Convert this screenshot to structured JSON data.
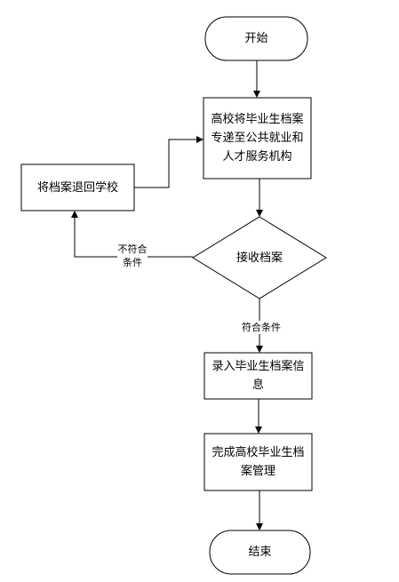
{
  "nodes": {
    "start": "开始",
    "deliver": "高校将毕业生档案专递至公共就业和人才服务机构",
    "return_school": "将档案退回学校",
    "receive": "接收档案",
    "record": "录入毕业生档案信息",
    "complete": "完成高校毕业生档案管理",
    "end": "结束"
  },
  "edges": {
    "not_qualified": "不符合条件",
    "qualified": "符合条件"
  }
}
